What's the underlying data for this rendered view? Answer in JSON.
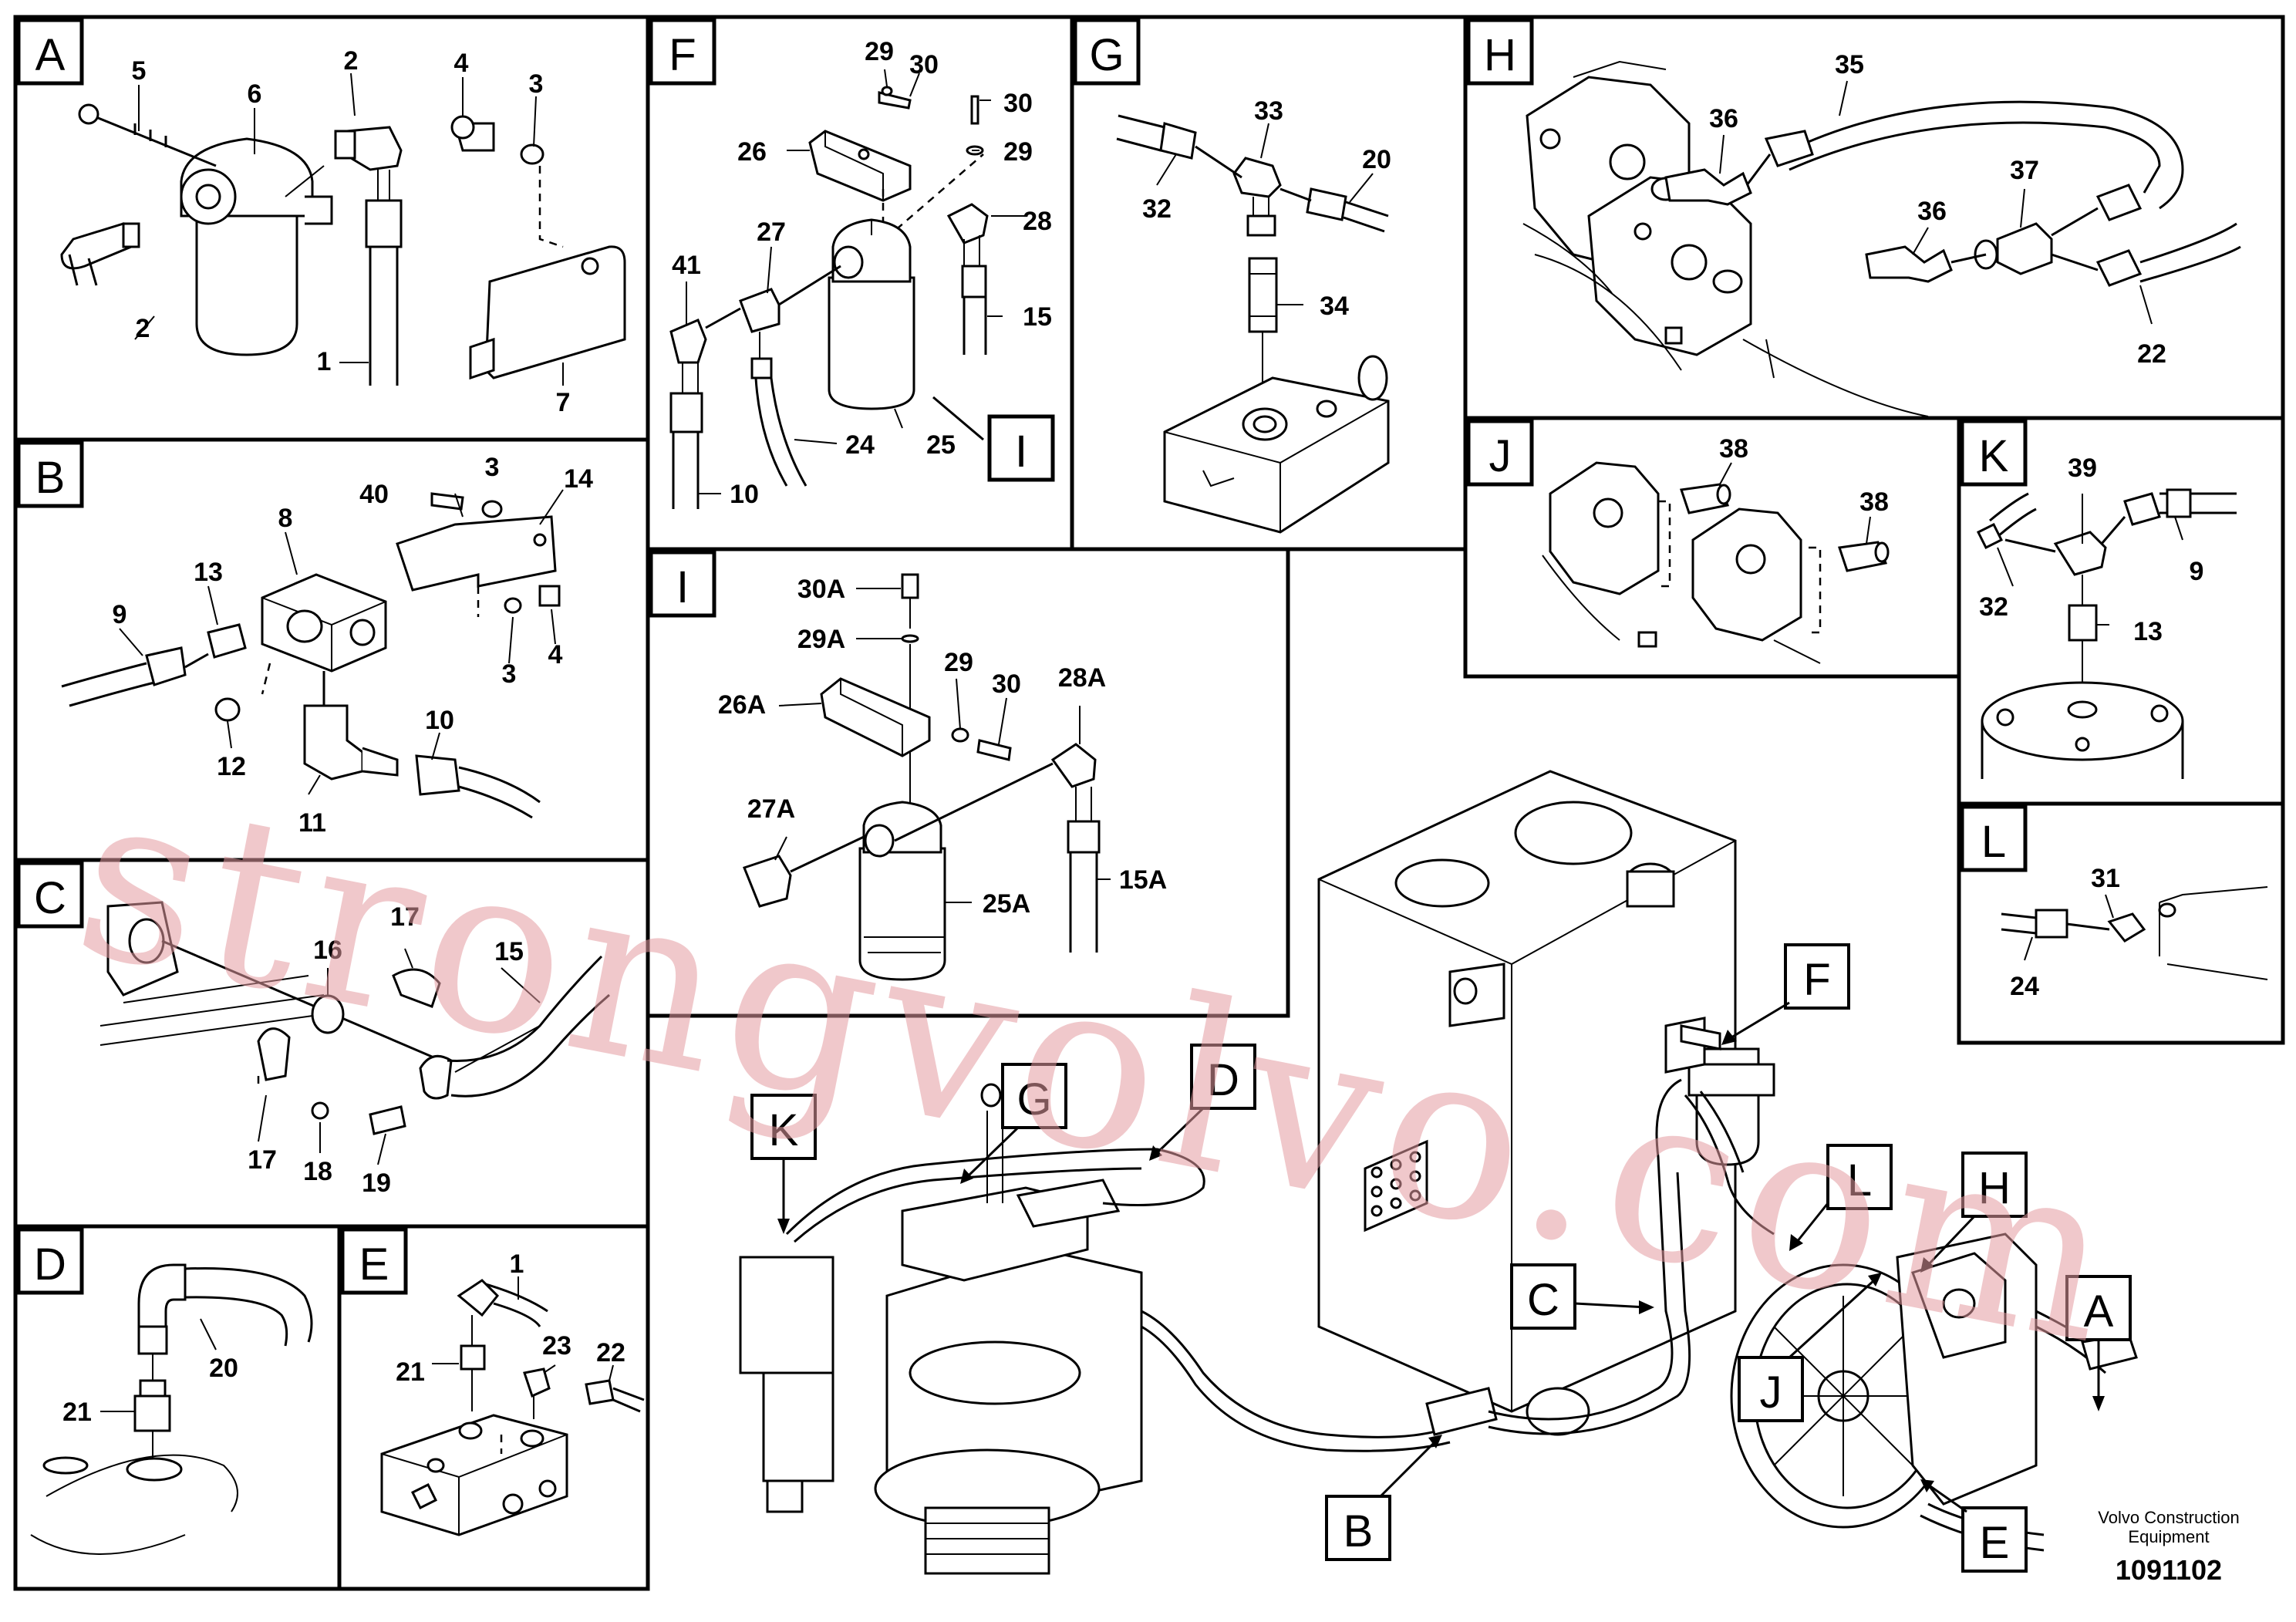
{
  "panels": [
    {
      "id": "A",
      "labels": [
        {
          "t": "5"
        },
        {
          "t": "6"
        },
        {
          "t": "2"
        },
        {
          "t": "4"
        },
        {
          "t": "3"
        },
        {
          "t": "2"
        },
        {
          "t": "1"
        },
        {
          "t": "7"
        }
      ]
    },
    {
      "id": "B",
      "labels": [
        {
          "t": "40"
        },
        {
          "t": "3"
        },
        {
          "t": "14"
        },
        {
          "t": "8"
        },
        {
          "t": "13"
        },
        {
          "t": "9"
        },
        {
          "t": "3"
        },
        {
          "t": "4"
        },
        {
          "t": "10"
        },
        {
          "t": "12"
        },
        {
          "t": "11"
        }
      ]
    },
    {
      "id": "C",
      "labels": [
        {
          "t": "16"
        },
        {
          "t": "17"
        },
        {
          "t": "15"
        },
        {
          "t": "17"
        },
        {
          "t": "18"
        },
        {
          "t": "19"
        }
      ]
    },
    {
      "id": "D",
      "labels": [
        {
          "t": "20"
        },
        {
          "t": "21"
        }
      ]
    },
    {
      "id": "E",
      "labels": [
        {
          "t": "1"
        },
        {
          "t": "21"
        },
        {
          "t": "23"
        },
        {
          "t": "22"
        }
      ]
    },
    {
      "id": "F",
      "labels": [
        {
          "t": "29"
        },
        {
          "t": "30"
        },
        {
          "t": "30"
        },
        {
          "t": "26"
        },
        {
          "t": "29"
        },
        {
          "t": "27"
        },
        {
          "t": "28"
        },
        {
          "t": "41"
        },
        {
          "t": "15"
        },
        {
          "t": "24"
        },
        {
          "t": "25"
        },
        {
          "t": "10"
        }
      ]
    },
    {
      "id": "G",
      "labels": [
        {
          "t": "33"
        },
        {
          "t": "20"
        },
        {
          "t": "32"
        },
        {
          "t": "34"
        }
      ]
    },
    {
      "id": "H",
      "labels": [
        {
          "t": "35"
        },
        {
          "t": "36"
        },
        {
          "t": "37"
        },
        {
          "t": "36"
        },
        {
          "t": "22"
        }
      ]
    },
    {
      "id": "I",
      "labels": [
        {
          "t": "30A"
        },
        {
          "t": "29A"
        },
        {
          "t": "29"
        },
        {
          "t": "30"
        },
        {
          "t": "28A"
        },
        {
          "t": "26A"
        },
        {
          "t": "27A"
        },
        {
          "t": "25A"
        },
        {
          "t": "15A"
        }
      ]
    },
    {
      "id": "J",
      "labels": [
        {
          "t": "38"
        },
        {
          "t": "38"
        }
      ]
    },
    {
      "id": "K",
      "labels": [
        {
          "t": "39"
        },
        {
          "t": "9"
        },
        {
          "t": "32"
        },
        {
          "t": "13"
        }
      ]
    },
    {
      "id": "L",
      "labels": [
        {
          "t": "31"
        },
        {
          "t": "24"
        }
      ]
    }
  ],
  "callouts": [
    "I",
    "K",
    "G",
    "D",
    "F",
    "L",
    "H",
    "C",
    "J",
    "A",
    "B",
    "E"
  ],
  "watermark": "strongvolvo.com",
  "footer": {
    "company_line1": "Volvo Construction",
    "company_line2": "Equipment",
    "drawing_number": "1091102"
  },
  "colors": {
    "ink": "#000000",
    "background": "#ffffff",
    "watermark": "#e39aa0"
  }
}
